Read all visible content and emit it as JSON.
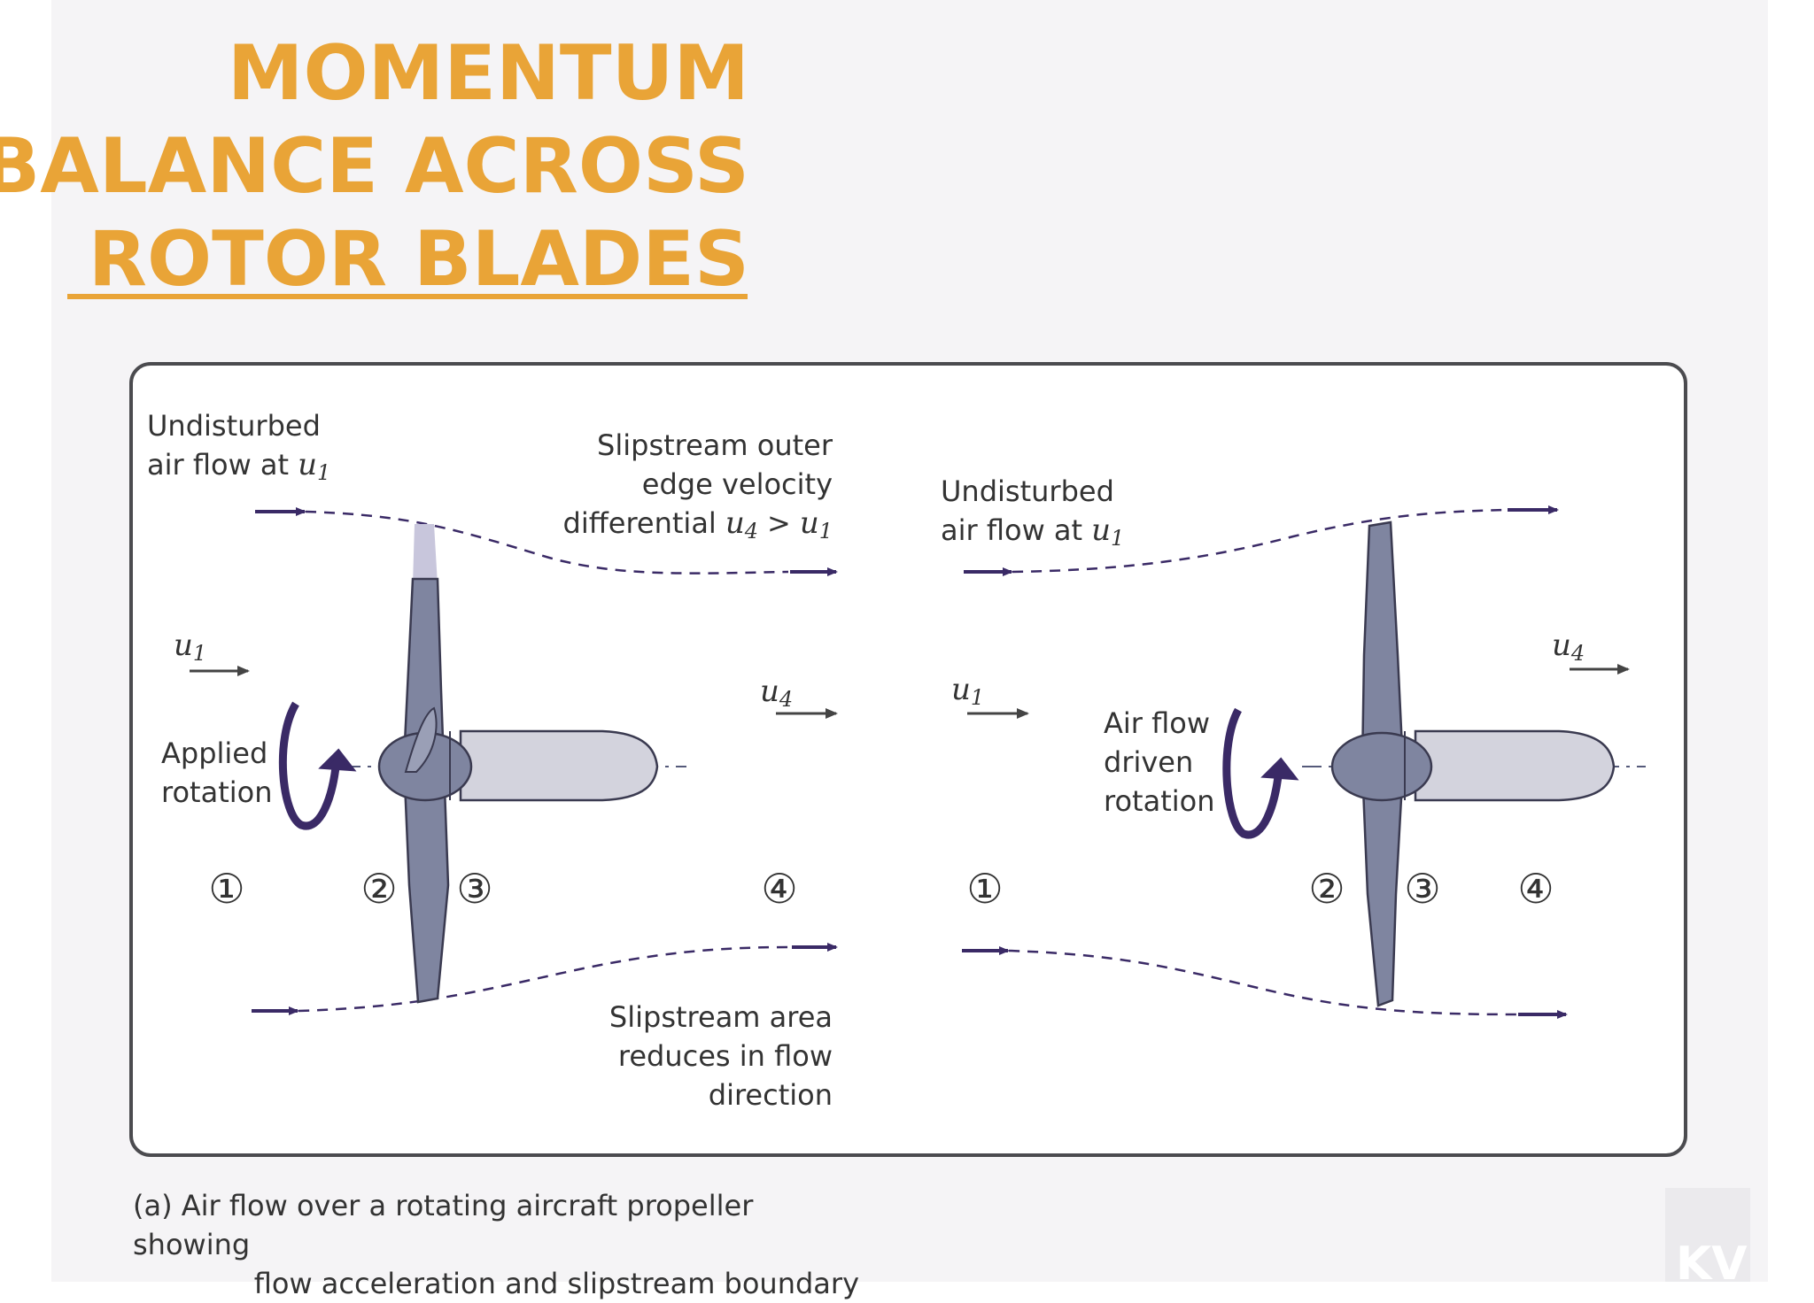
{
  "title": {
    "line1": "MOMENTUM",
    "line2": "BALANCE ACROSS",
    "line3": "ROTOR BLADES"
  },
  "colors": {
    "title": "#e9a437",
    "arrow": "#3a2a66",
    "blade": "#7f85a0",
    "hub": "#c9c9d6"
  },
  "left": {
    "undisturbed_line1": "Undisturbed",
    "undisturbed_line2": "air flow at",
    "slipstream_outer_line1": "Slipstream outer",
    "slipstream_outer_line2": "edge velocity",
    "slipstream_outer_line3": "differential",
    "applied_rotation_line1": "Applied",
    "applied_rotation_line2": "rotation",
    "slipstream_area_line1": "Slipstream area",
    "slipstream_area_line2": "reduces in flow",
    "slipstream_area_line3": "direction",
    "stations": [
      "①",
      "②",
      "③",
      "④"
    ]
  },
  "right": {
    "undisturbed_line1": "Undisturbed",
    "undisturbed_line2": "air flow at",
    "air_flow_driven_line1": "Air flow",
    "air_flow_driven_line2": "driven",
    "air_flow_driven_line3": "rotation",
    "stations": [
      "①",
      "②",
      "③",
      "④"
    ]
  },
  "vars": {
    "u": "u",
    "sub_1": "1",
    "sub_4": "4",
    "gt": ">"
  },
  "caption": {
    "line1": "(a) Air flow over a rotating aircraft propeller showing",
    "line2": "flow acceleration and slipstream boundary"
  },
  "logo": "KV"
}
